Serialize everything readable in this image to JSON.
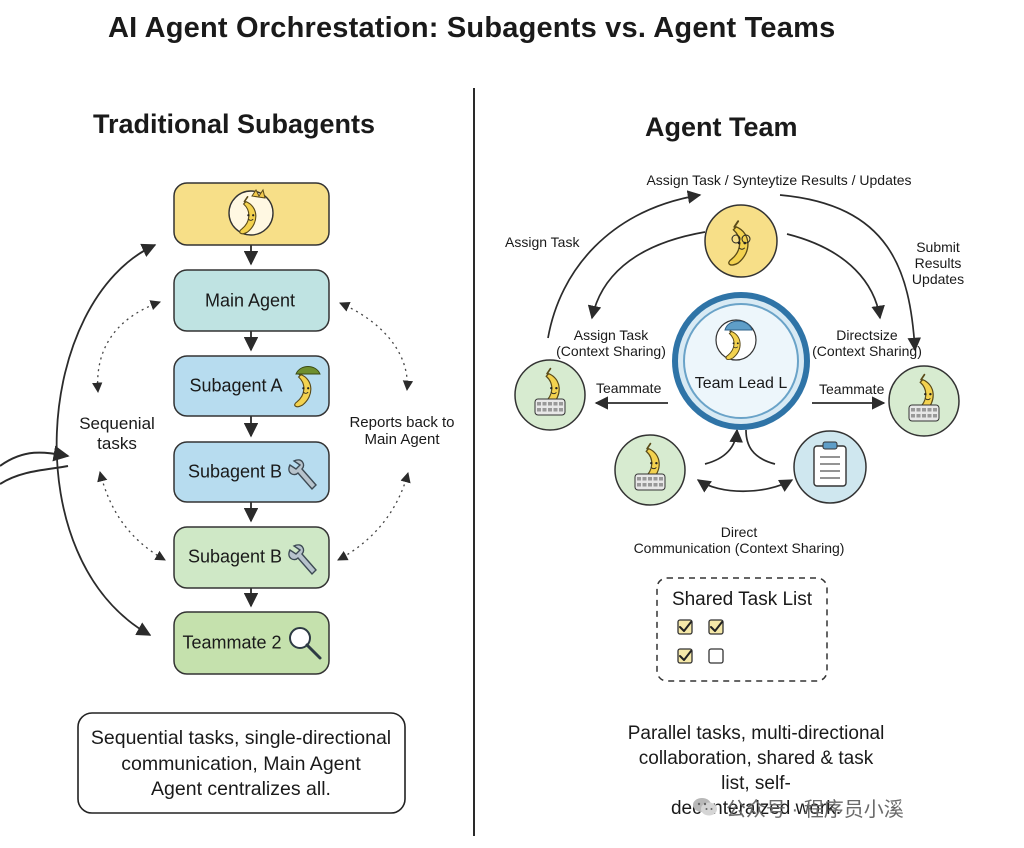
{
  "title": "AI Agent Orchrestation: Subagents vs. Agent Teams",
  "left": {
    "title": "Traditional Subagents",
    "nodes": [
      {
        "label": "",
        "icon": "king-banana-icon",
        "color": "#f7df88"
      },
      {
        "label": "Main Agent",
        "icon": "",
        "color": "#bfe3e2"
      },
      {
        "label": "Subagent A",
        "icon": "banana-cap-icon",
        "color": "#b7dcef"
      },
      {
        "label": "Subagent B",
        "icon": "wrench-icon",
        "color": "#b7dcef"
      },
      {
        "label": "Subagent B",
        "icon": "wrench-icon",
        "color": "#cfe8c6"
      },
      {
        "label": "Teammate 2",
        "icon": "magnifier-icon",
        "color": "#c5e1ad"
      }
    ],
    "left_label": "Sequenial\ntasks",
    "right_label": "Reports back to\nMain Agent",
    "summary": "Sequential tasks, single-directional\ncommunication, Main Agent\nAgent centralizes all."
  },
  "right": {
    "title": "Agent Team",
    "top_label": "Assign Task / Synteytize Results / Updates",
    "assign_task_outer": "Assign Task",
    "submit_results": "Submit Results\nUpdates",
    "assign_context": "Assign Task\n(Context Sharing)",
    "direct_context": "Directsize\n(Context Sharing)",
    "teammate_left": "Teammate",
    "teammate_right": "Teammate",
    "team_lead": "Team Lead L",
    "direct_comm": "Direct\nCommunication (Context Sharing)",
    "task_list": {
      "title": "Shared Task List",
      "items": [
        true,
        true,
        true,
        false
      ]
    },
    "summary": "Parallel tasks, multi-directional\ncollaboration, shared & task list, self-\ndecenteralzed work."
  },
  "watermark": "公众号 · 程序员小溪",
  "colors": {
    "yellow": "#f7df88",
    "teal": "#bfe3e2",
    "blue": "#b7dcef",
    "green": "#cfe8c6",
    "lead_ring": "#2f74a7",
    "lead_fill": "#d8eaf4"
  }
}
